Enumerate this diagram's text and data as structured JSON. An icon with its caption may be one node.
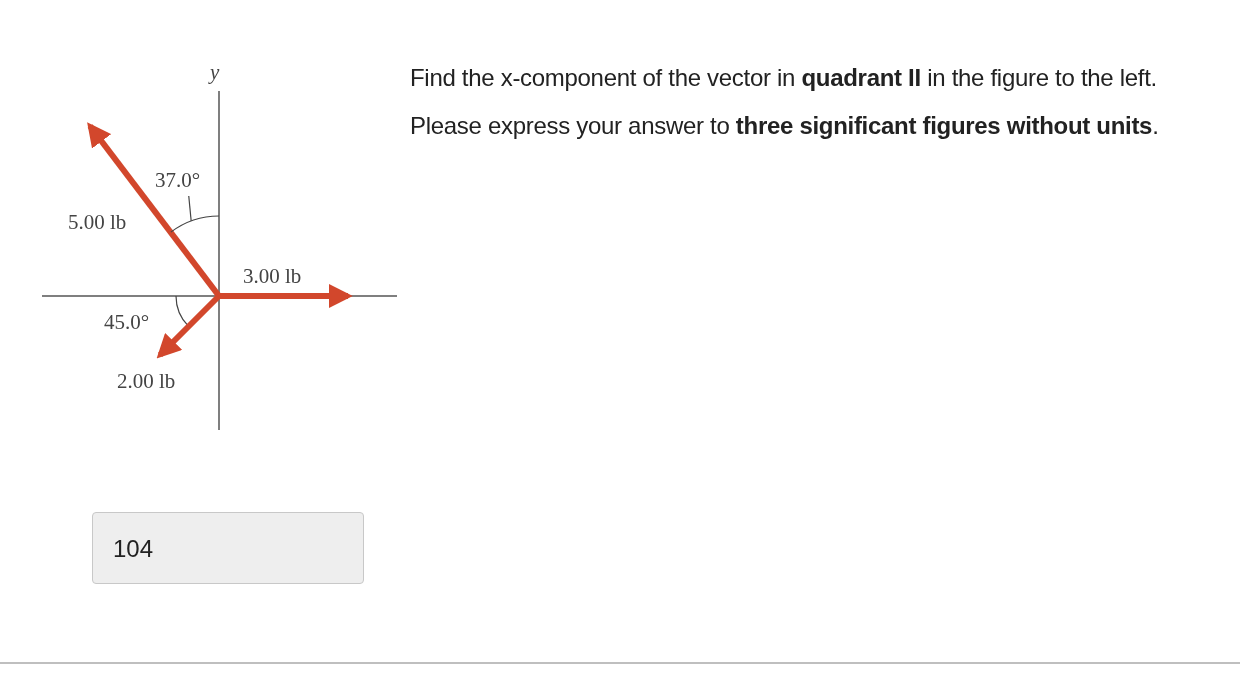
{
  "diagram": {
    "nodes": [
      {
        "text": [
          "37.0°"
        ]
      },
      {
        "text": [],
        "shape": "arc"
      }
    ],
    "edges": [
      {
        "from": 0,
        "to": 1,
        "arrow": "none"
      }
    ],
    "labels": [
      "Find the x-component of the vector in **quadrant II** in the figure to the left. Please express your answer to **three significant figures without units**.",
      "y",
      "5.00 lb",
      "3.00 lb",
      "45.0°",
      "2.00 lb",
      "104"
    ]
  }
}
